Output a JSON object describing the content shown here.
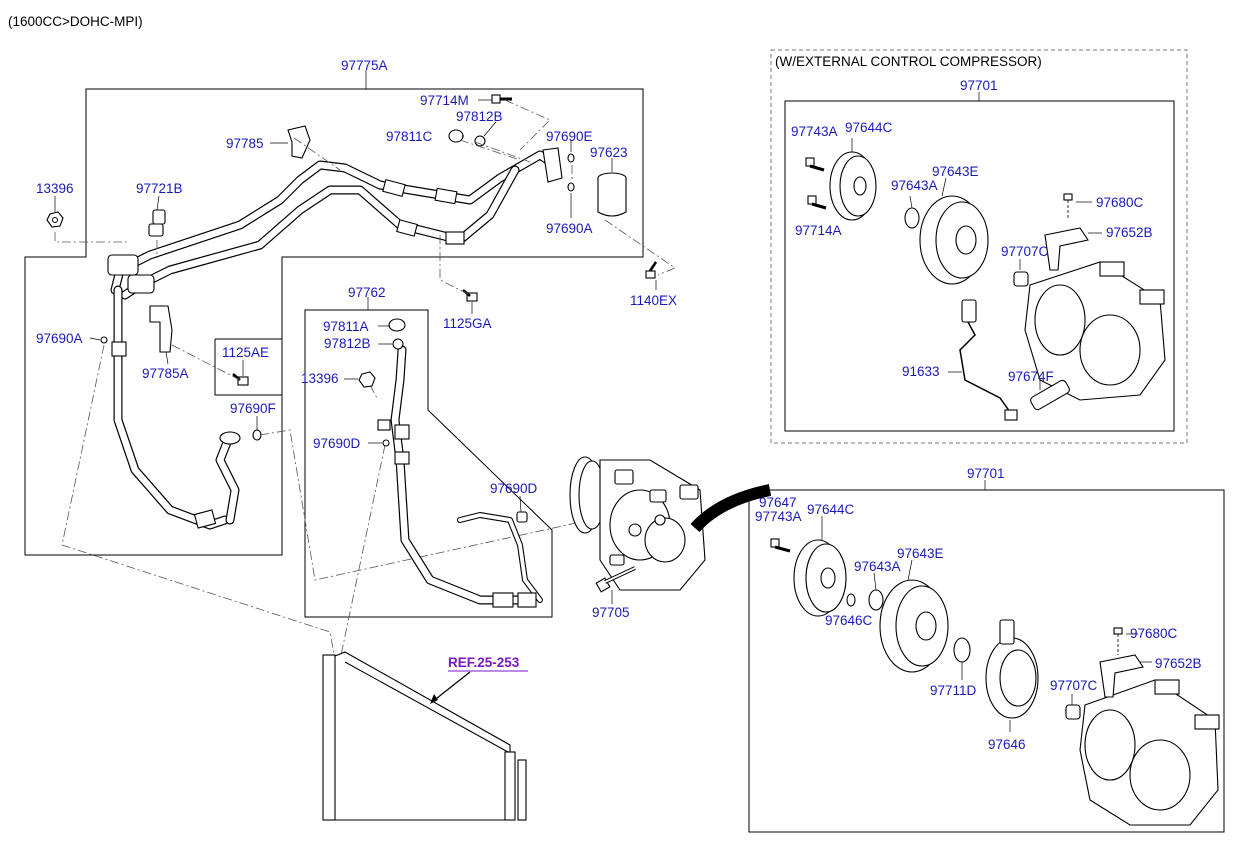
{
  "header": {
    "engine_label": "(1600CC>DOHC-MPI)"
  },
  "groups": {
    "main_hose": "97775A",
    "suction_hose": "97762",
    "ext_box_title": "(W/EXTERNAL CONTROL COMPRESSOR)",
    "compressor_top": "97701",
    "compressor_bottom": "97701"
  },
  "parts": {
    "p13396_a": "13396",
    "p97721B": "97721B",
    "p97785": "97785",
    "p97714M": "97714M",
    "p97812B_a": "97812B",
    "p97811C": "97811C",
    "p97690E": "97690E",
    "p97623": "97623",
    "p97690A_a": "97690A",
    "p1140EX": "1140EX",
    "p1125GA": "1125GA",
    "p97690A_b": "97690A",
    "p97785A": "97785A",
    "p1125AE": "1125AE",
    "p97690F": "97690F",
    "p97811A": "97811A",
    "p97812B_b": "97812B",
    "p13396_b": "13396",
    "p97690D_a": "97690D",
    "p97690D_b": "97690D",
    "p97705": "97705",
    "ref_label": "REF.25-253",
    "t97743A": "97743A",
    "t97644C": "97644C",
    "t97643A": "97643A",
    "t97643E": "97643E",
    "t97714A": "97714A",
    "t97680C": "97680C",
    "t97652B": "97652B",
    "t97707C": "97707C",
    "t91633": "91633",
    "t97674F": "97674F",
    "b97647": "97647",
    "b97743A": "97743A",
    "b97644C": "97644C",
    "b97643E": "97643E",
    "b97643A": "97643A",
    "b97646C": "97646C",
    "b97680C": "97680C",
    "b97652B": "97652B",
    "b97711D": "97711D",
    "b97707C": "97707C",
    "b97646": "97646"
  },
  "colors": {
    "part_number": "#1a1ab8",
    "reference": "#7a18c8",
    "line": "#000000"
  }
}
